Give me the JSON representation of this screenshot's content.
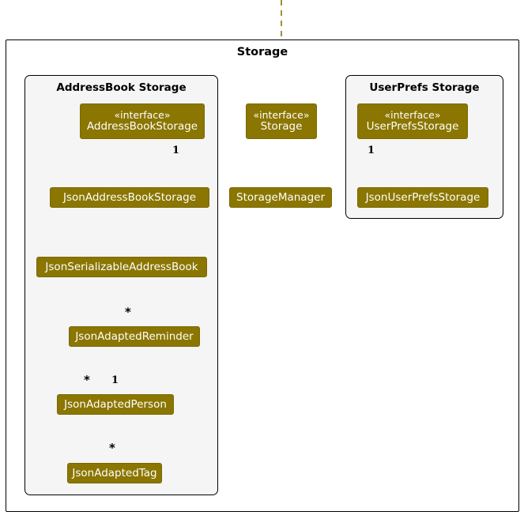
{
  "diagram": {
    "title": "Storage",
    "type": "uml-class-diagram",
    "colors": {
      "node_fill": "#8A7600",
      "node_text": "#ffffff",
      "edge": "#8A7600",
      "package_border": "#000000",
      "package_fill": "#f4f5f4",
      "background": "#ffffff"
    }
  },
  "packages": {
    "outer": {
      "label": "Storage"
    },
    "addressbook": {
      "label": "AddressBook Storage"
    },
    "userprefs": {
      "label": "UserPrefs Storage"
    }
  },
  "nodes": {
    "address_book_storage": {
      "stereotype": "«interface»",
      "name": "AddressBookStorage"
    },
    "storage": {
      "stereotype": "«interface»",
      "name": "Storage"
    },
    "user_prefs_storage": {
      "stereotype": "«interface»",
      "name": "UserPrefsStorage"
    },
    "json_address_book_storage": {
      "name": "JsonAddressBookStorage"
    },
    "storage_manager": {
      "name": "StorageManager"
    },
    "json_user_prefs_storage": {
      "name": "JsonUserPrefsStorage"
    },
    "json_serializable_address_book": {
      "name": "JsonSerializableAddressBook"
    },
    "json_adapted_reminder": {
      "name": "JsonAdaptedReminder"
    },
    "json_adapted_person": {
      "name": "JsonAdaptedPerson"
    },
    "json_adapted_tag": {
      "name": "JsonAdaptedTag"
    }
  },
  "multiplicities": {
    "storagemanager_to_addressbookstorage": "1",
    "storagemanager_to_userprefsstorage": "1",
    "serializable_to_reminder": "*",
    "serializable_to_person": "*",
    "reminder_to_person": "1",
    "person_to_tag": "*"
  },
  "relationships": [
    {
      "from": "external",
      "to": "storage",
      "kind": "dependency"
    },
    {
      "from": "storage",
      "to": "address_book_storage",
      "kind": "realization"
    },
    {
      "from": "storage",
      "to": "user_prefs_storage",
      "kind": "realization"
    },
    {
      "from": "json_address_book_storage",
      "to": "address_book_storage",
      "kind": "realization"
    },
    {
      "from": "json_user_prefs_storage",
      "to": "user_prefs_storage",
      "kind": "realization"
    },
    {
      "from": "storage_manager",
      "to": "storage",
      "kind": "realization"
    },
    {
      "from": "storage_manager",
      "to": "address_book_storage",
      "kind": "association",
      "multiplicity": "1"
    },
    {
      "from": "storage_manager",
      "to": "user_prefs_storage",
      "kind": "association",
      "multiplicity": "1"
    },
    {
      "from": "json_address_book_storage",
      "to": "json_serializable_address_book",
      "kind": "dependency"
    },
    {
      "from": "json_serializable_address_book",
      "to": "json_adapted_reminder",
      "kind": "association",
      "multiplicity": "*"
    },
    {
      "from": "json_serializable_address_book",
      "to": "json_adapted_person",
      "kind": "association",
      "multiplicity": "*"
    },
    {
      "from": "json_adapted_reminder",
      "to": "json_adapted_person",
      "kind": "association",
      "multiplicity": "1"
    },
    {
      "from": "json_adapted_person",
      "to": "json_adapted_tag",
      "kind": "association",
      "multiplicity": "*"
    }
  ]
}
